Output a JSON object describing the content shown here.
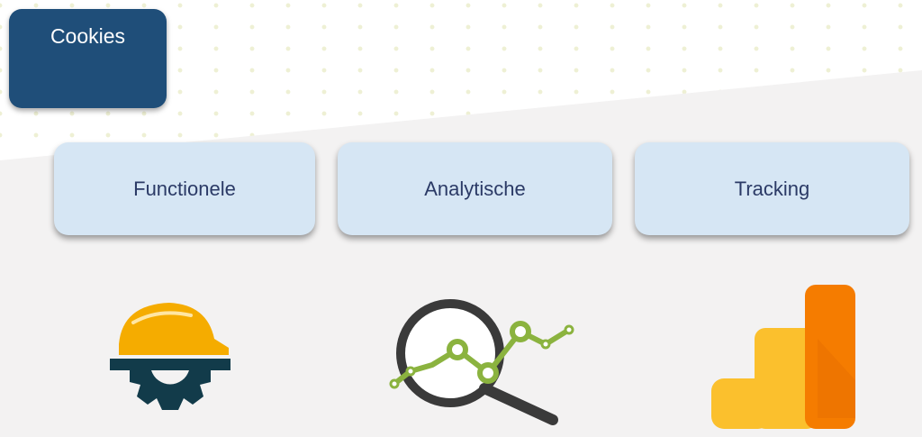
{
  "title": "Cookies",
  "categories": [
    {
      "label": "Functionele",
      "icon": "hardhat-gear-icon"
    },
    {
      "label": "Analytische",
      "icon": "magnifier-chart-icon"
    },
    {
      "label": "Tracking",
      "icon": "analytics-bars-icon"
    }
  ],
  "colors": {
    "title_bg": "#1f4e79",
    "card_bg": "#d6e6f4",
    "card_text": "#2b3a66",
    "helmet": "#f5ac00",
    "gear": "#123b4a",
    "chart_line": "#8bb33f",
    "magnifier": "#3a3a3a",
    "bar_light": "#fbc02d",
    "bar_dark": "#f57c00"
  }
}
